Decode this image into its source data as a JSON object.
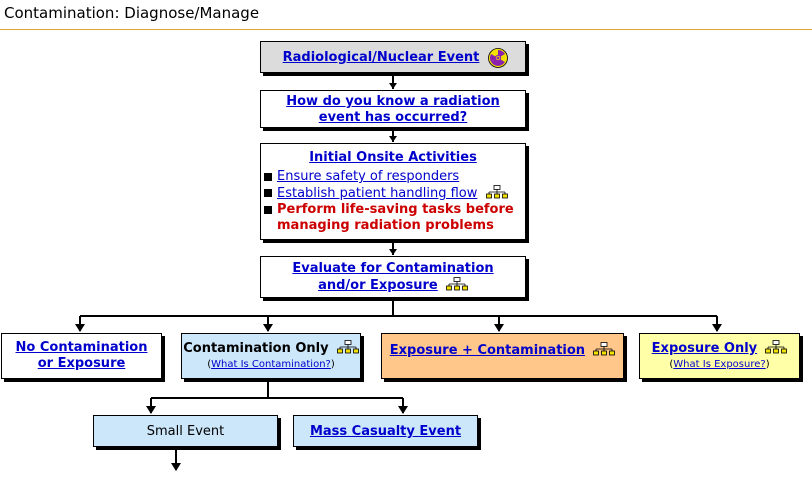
{
  "page": {
    "title": "Contamination: Diagnose/Manage"
  },
  "nodes": {
    "event": {
      "label": "Radiological/Nuclear Event",
      "icon": "radiation-trefoil-icon"
    },
    "how_know": {
      "line1": "How do you know a radiation",
      "line2": "event has occurred?"
    },
    "initial": {
      "heading": "Initial Onsite Activities",
      "items": [
        {
          "text": "Ensure safety of responders"
        },
        {
          "text": "Establish patient handling flow",
          "icon": "hierarchy-icon"
        },
        {
          "line1": "Perform life-saving tasks before",
          "line2": "managing radiation problems",
          "color": "#cc0000"
        }
      ]
    },
    "evaluate": {
      "line1": "Evaluate for Contamination",
      "line2": "and/or Exposure",
      "icon": "hierarchy-icon"
    },
    "no_contamination": {
      "line1": "No Contamination",
      "line2": "or Exposure"
    },
    "contamination_only": {
      "label": "Contamination Only",
      "sub_open": "(",
      "sub_link": "What Is Contamination?",
      "sub_close": ")",
      "color": "#cce6fa",
      "icon": "hierarchy-icon"
    },
    "exposure_contamination": {
      "label": "Exposure + Contamination",
      "color": "#ffc78a",
      "icon": "hierarchy-icon"
    },
    "exposure_only": {
      "label": "Exposure Only",
      "sub_open": "(",
      "sub_link": "What Is Exposure?",
      "sub_close": ")",
      "color": "#ffffa8",
      "icon": "hierarchy-icon"
    },
    "small_event": {
      "label": "Small Event",
      "color": "#cce6fa"
    },
    "mass_casualty": {
      "label": "Mass Casualty Event",
      "color": "#cce6fa"
    }
  },
  "colors": {
    "title_rule": "#e8a33a",
    "link": "#0000cc",
    "warning": "#cc0000",
    "event_box": "#dcdcdc"
  }
}
